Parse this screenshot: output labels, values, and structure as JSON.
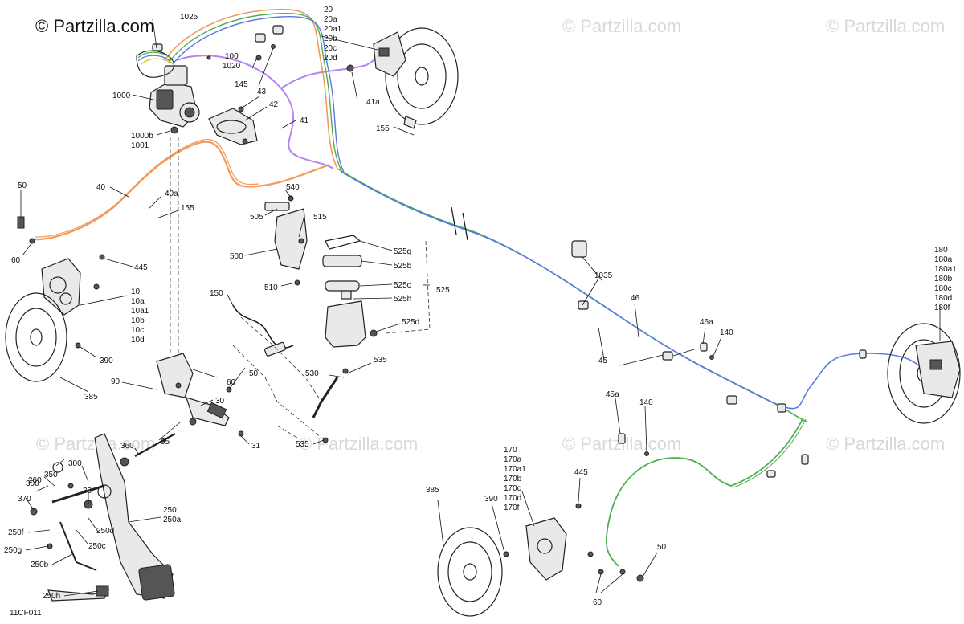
{
  "watermark": {
    "brand": "© Partzilla.com",
    "wm_text": "© Partzilla.com"
  },
  "diagram_ref": "11CF011",
  "line_colors": {
    "orange": "#f39a5a",
    "purple": "#b784f0",
    "green": "#4caf50",
    "blue": "#5a78e8",
    "yellow": "#e0b800"
  },
  "callouts": {
    "c1025": "1025",
    "c20": "20",
    "c20a": "20a",
    "c20a1": "20a1",
    "c20b": "20b",
    "c20c": "20c",
    "c20d": "20d",
    "c100": "100",
    "c1020": "1020",
    "c145": "145",
    "c43": "43",
    "c42": "42",
    "c41": "41",
    "c41a": "41a",
    "c155a": "155",
    "c155b": "155",
    "c1000": "1000",
    "c1000b": "1000b",
    "c1001": "1001",
    "c40": "40",
    "c40a": "40a",
    "c50a": "50",
    "c50b": "50",
    "c50c": "50",
    "c60a": "60",
    "c60b": "60",
    "c60c": "60",
    "c540": "540",
    "c505": "505",
    "c515": "515",
    "c500": "500",
    "c510": "510",
    "c525g": "525g",
    "c525b": "525b",
    "c525c": "525c",
    "c525h": "525h",
    "c525": "525",
    "c525d": "525d",
    "c445a": "445",
    "c445b": "445",
    "c10": "10",
    "c10a": "10a",
    "c10a1": "10a1",
    "c10b": "10b",
    "c10c": "10c",
    "c10d": "10d",
    "c150": "150",
    "c390a": "390",
    "c390b": "390",
    "c385a": "385",
    "c385b": "385",
    "c90": "90",
    "c30": "30",
    "c31": "31",
    "c95": "95",
    "c530": "530",
    "c535a": "535",
    "c535b": "535",
    "c1035": "1035",
    "c46": "46",
    "c45": "45",
    "c46a": "46a",
    "c140a": "140",
    "c140b": "140",
    "c45a": "45a",
    "c180": "180",
    "c180a": "180a",
    "c180a1": "180a1",
    "c180b": "180b",
    "c180c": "180c",
    "c180d": "180d",
    "c180f": "180f",
    "c360": "360",
    "c260": "260",
    "c300a": "300",
    "c300b": "300",
    "c350": "350",
    "c370": "370",
    "c33": "33",
    "c250": "250",
    "c250a": "250a",
    "c250d": "250d",
    "c250c": "250c",
    "c250f": "250f",
    "c250g": "250g",
    "c250b": "250b",
    "c250h": "250h",
    "c170": "170",
    "c170a": "170a",
    "c170a1": "170a1",
    "c170b": "170b",
    "c170c": "170c",
    "c170d": "170d",
    "c170f": "170f"
  }
}
